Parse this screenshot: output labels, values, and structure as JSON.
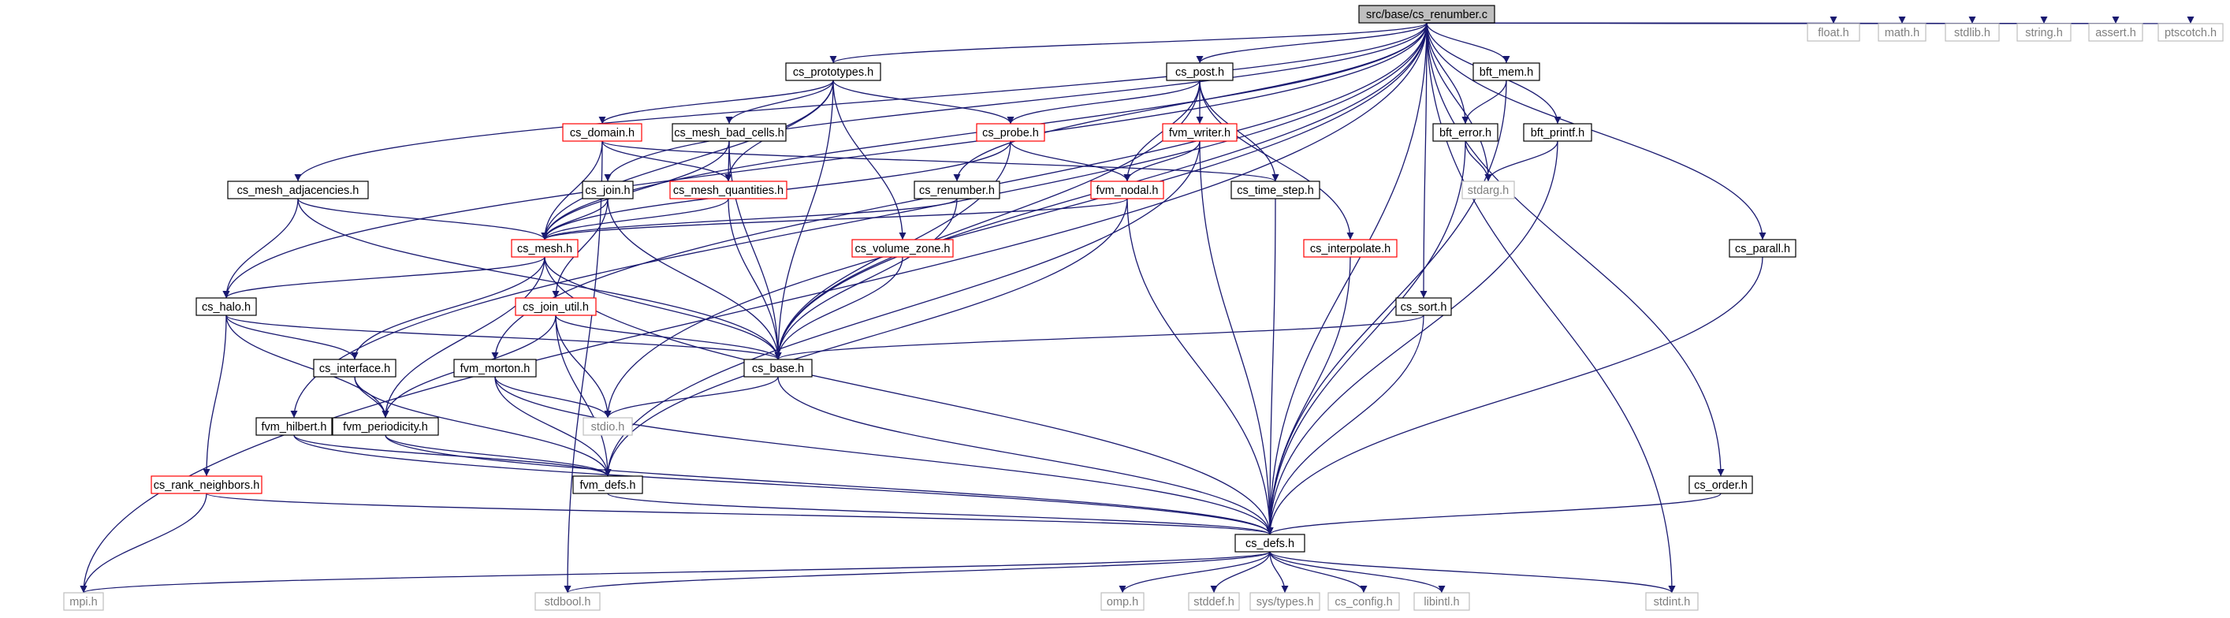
{
  "diagram": {
    "root": "src/base/cs_renumber.c",
    "nodes": {
      "root": {
        "label": "src/base/cs_renumber.c",
        "style": "root"
      },
      "mpi": {
        "label": "mpi.h",
        "style": "gray"
      },
      "cs_halo": {
        "label": "cs_halo.h",
        "style": "normal"
      },
      "cs_mesh_adjacencies": {
        "label": "cs_mesh_adjacencies.h",
        "style": "normal"
      },
      "cs_prototypes": {
        "label": "cs_prototypes.h",
        "style": "normal"
      },
      "cs_domain": {
        "label": "cs_domain.h",
        "style": "red"
      },
      "cs_mesh_bad_cells": {
        "label": "cs_mesh_bad_cells.h",
        "style": "normal"
      },
      "cs_join": {
        "label": "cs_join.h",
        "style": "normal"
      },
      "cs_mesh_quantities": {
        "label": "cs_mesh_quantities.h",
        "style": "red"
      },
      "cs_probe": {
        "label": "cs_probe.h",
        "style": "red"
      },
      "cs_renumber_h": {
        "label": "cs_renumber.h",
        "style": "normal"
      },
      "cs_mesh": {
        "label": "cs_mesh.h",
        "style": "red"
      },
      "cs_volume_zone": {
        "label": "cs_volume_zone.h",
        "style": "red"
      },
      "cs_join_util": {
        "label": "cs_join_util.h",
        "style": "red"
      },
      "cs_interface": {
        "label": "cs_interface.h",
        "style": "normal"
      },
      "fvm_morton": {
        "label": "fvm_morton.h",
        "style": "normal"
      },
      "cs_base": {
        "label": "cs_base.h",
        "style": "normal"
      },
      "stdio": {
        "label": "stdio.h",
        "style": "gray"
      },
      "fvm_hilbert": {
        "label": "fvm_hilbert.h",
        "style": "normal"
      },
      "fvm_periodicity": {
        "label": "fvm_periodicity.h",
        "style": "normal"
      },
      "cs_rank_neighbors": {
        "label": "cs_rank_neighbors.h",
        "style": "red"
      },
      "fvm_defs": {
        "label": "fvm_defs.h",
        "style": "normal"
      },
      "cs_post": {
        "label": "cs_post.h",
        "style": "normal"
      },
      "fvm_writer": {
        "label": "fvm_writer.h",
        "style": "red"
      },
      "fvm_nodal": {
        "label": "fvm_nodal.h",
        "style": "red"
      },
      "cs_time_step": {
        "label": "cs_time_step.h",
        "style": "normal"
      },
      "cs_interpolate": {
        "label": "cs_interpolate.h",
        "style": "red"
      },
      "bft_mem": {
        "label": "bft_mem.h",
        "style": "normal"
      },
      "bft_error": {
        "label": "bft_error.h",
        "style": "normal"
      },
      "bft_printf": {
        "label": "bft_printf.h",
        "style": "normal"
      },
      "stdarg": {
        "label": "stdarg.h",
        "style": "gray"
      },
      "cs_sort": {
        "label": "cs_sort.h",
        "style": "normal"
      },
      "cs_parall": {
        "label": "cs_parall.h",
        "style": "normal"
      },
      "cs_order": {
        "label": "cs_order.h",
        "style": "normal"
      },
      "cs_defs": {
        "label": "cs_defs.h",
        "style": "normal"
      },
      "float": {
        "label": "float.h",
        "style": "gray"
      },
      "math": {
        "label": "math.h",
        "style": "gray"
      },
      "stdlib": {
        "label": "stdlib.h",
        "style": "gray"
      },
      "string": {
        "label": "string.h",
        "style": "gray"
      },
      "assert": {
        "label": "assert.h",
        "style": "gray"
      },
      "ptscotch": {
        "label": "ptscotch.h",
        "style": "gray"
      },
      "stdbool": {
        "label": "stdbool.h",
        "style": "gray"
      },
      "omp": {
        "label": "omp.h",
        "style": "gray"
      },
      "stddef": {
        "label": "stddef.h",
        "style": "gray"
      },
      "sys_types": {
        "label": "sys/types.h",
        "style": "gray"
      },
      "cs_config": {
        "label": "cs_config.h",
        "style": "gray"
      },
      "libintl": {
        "label": "libintl.h",
        "style": "gray"
      },
      "stdint": {
        "label": "stdint.h",
        "style": "gray"
      }
    },
    "edges": [
      [
        "root",
        "mpi"
      ],
      [
        "root",
        "cs_halo"
      ],
      [
        "root",
        "cs_mesh_adjacencies"
      ],
      [
        "root",
        "cs_prototypes"
      ],
      [
        "root",
        "cs_mesh"
      ],
      [
        "root",
        "cs_join"
      ],
      [
        "root",
        "cs_renumber_h"
      ],
      [
        "root",
        "fvm_hilbert"
      ],
      [
        "root",
        "fvm_morton"
      ],
      [
        "root",
        "stdio"
      ],
      [
        "root",
        "cs_post"
      ],
      [
        "root",
        "bft_mem"
      ],
      [
        "root",
        "bft_error"
      ],
      [
        "root",
        "bft_printf"
      ],
      [
        "root",
        "stdarg"
      ],
      [
        "root",
        "cs_sort"
      ],
      [
        "root",
        "cs_parall"
      ],
      [
        "root",
        "cs_order"
      ],
      [
        "root",
        "cs_defs"
      ],
      [
        "root",
        "float"
      ],
      [
        "root",
        "math"
      ],
      [
        "root",
        "stdlib"
      ],
      [
        "root",
        "string"
      ],
      [
        "root",
        "assert"
      ],
      [
        "root",
        "ptscotch"
      ],
      [
        "root",
        "stdint"
      ],
      [
        "root",
        "cs_base"
      ],
      [
        "cs_prototypes",
        "cs_domain"
      ],
      [
        "cs_prototypes",
        "cs_mesh_bad_cells"
      ],
      [
        "cs_prototypes",
        "cs_mesh_quantities"
      ],
      [
        "cs_prototypes",
        "cs_probe"
      ],
      [
        "cs_prototypes",
        "cs_mesh"
      ],
      [
        "cs_prototypes",
        "cs_volume_zone"
      ],
      [
        "cs_prototypes",
        "cs_base"
      ],
      [
        "cs_domain",
        "cs_mesh"
      ],
      [
        "cs_domain",
        "cs_mesh_quantities"
      ],
      [
        "cs_domain",
        "cs_time_step"
      ],
      [
        "cs_domain",
        "stdbool"
      ],
      [
        "cs_mesh_bad_cells",
        "cs_mesh"
      ],
      [
        "cs_mesh_bad_cells",
        "cs_mesh_quantities"
      ],
      [
        "cs_mesh_bad_cells",
        "cs_base"
      ],
      [
        "cs_mesh_adjacencies",
        "cs_halo"
      ],
      [
        "cs_mesh_adjacencies",
        "cs_mesh"
      ],
      [
        "cs_mesh_adjacencies",
        "cs_base"
      ],
      [
        "cs_join",
        "cs_mesh"
      ],
      [
        "cs_join",
        "cs_join_util"
      ],
      [
        "cs_join",
        "cs_base"
      ],
      [
        "cs_mesh_quantities",
        "cs_mesh"
      ],
      [
        "cs_mesh_quantities",
        "cs_base"
      ],
      [
        "cs_probe",
        "cs_mesh"
      ],
      [
        "cs_probe",
        "fvm_nodal"
      ],
      [
        "cs_probe",
        "cs_base"
      ],
      [
        "cs_renumber_h",
        "cs_mesh"
      ],
      [
        "cs_renumber_h",
        "cs_base"
      ],
      [
        "cs_mesh",
        "cs_halo"
      ],
      [
        "cs_mesh",
        "cs_interface"
      ],
      [
        "cs_mesh",
        "fvm_periodicity"
      ],
      [
        "cs_mesh",
        "cs_base"
      ],
      [
        "cs_mesh",
        "cs_defs"
      ],
      [
        "cs_volume_zone",
        "cs_base"
      ],
      [
        "cs_join_util",
        "fvm_periodicity"
      ],
      [
        "cs_join_util",
        "cs_base"
      ],
      [
        "cs_join_util",
        "stdio"
      ],
      [
        "cs_join_util",
        "fvm_defs"
      ],
      [
        "cs_halo",
        "cs_interface"
      ],
      [
        "cs_halo",
        "fvm_periodicity"
      ],
      [
        "cs_halo",
        "cs_base"
      ],
      [
        "cs_halo",
        "cs_rank_neighbors"
      ],
      [
        "cs_interface",
        "fvm_periodicity"
      ],
      [
        "cs_interface",
        "fvm_defs"
      ],
      [
        "fvm_morton",
        "stdio"
      ],
      [
        "fvm_morton",
        "fvm_defs"
      ],
      [
        "fvm_morton",
        "cs_defs"
      ],
      [
        "cs_base",
        "stdio"
      ],
      [
        "cs_base",
        "cs_defs"
      ],
      [
        "fvm_hilbert",
        "fvm_defs"
      ],
      [
        "fvm_hilbert",
        "cs_defs"
      ],
      [
        "fvm_periodicity",
        "fvm_defs"
      ],
      [
        "fvm_periodicity",
        "cs_defs"
      ],
      [
        "cs_rank_neighbors",
        "cs_defs"
      ],
      [
        "cs_rank_neighbors",
        "mpi"
      ],
      [
        "fvm_defs",
        "cs_defs"
      ],
      [
        "cs_post",
        "cs_probe"
      ],
      [
        "cs_post",
        "fvm_writer"
      ],
      [
        "cs_post",
        "fvm_nodal"
      ],
      [
        "cs_post",
        "cs_time_step"
      ],
      [
        "cs_post",
        "cs_interpolate"
      ],
      [
        "cs_post",
        "cs_base"
      ],
      [
        "fvm_writer",
        "fvm_nodal"
      ],
      [
        "fvm_writer",
        "fvm_defs"
      ],
      [
        "fvm_writer",
        "cs_defs"
      ],
      [
        "fvm_nodal",
        "cs_mesh"
      ],
      [
        "fvm_nodal",
        "fvm_defs"
      ],
      [
        "fvm_nodal",
        "cs_defs"
      ],
      [
        "cs_time_step",
        "cs_defs"
      ],
      [
        "cs_interpolate",
        "cs_defs"
      ],
      [
        "bft_mem",
        "bft_error"
      ],
      [
        "bft_mem",
        "cs_defs"
      ],
      [
        "bft_error",
        "stdarg"
      ],
      [
        "bft_error",
        "cs_defs"
      ],
      [
        "bft_printf",
        "stdarg"
      ],
      [
        "bft_printf",
        "cs_defs"
      ],
      [
        "cs_sort",
        "cs_base"
      ],
      [
        "cs_sort",
        "cs_defs"
      ],
      [
        "cs_parall",
        "cs_defs"
      ],
      [
        "cs_order",
        "cs_defs"
      ],
      [
        "cs_defs",
        "mpi"
      ],
      [
        "cs_defs",
        "stdbool"
      ],
      [
        "cs_defs",
        "omp"
      ],
      [
        "cs_defs",
        "stddef"
      ],
      [
        "cs_defs",
        "sys_types"
      ],
      [
        "cs_defs",
        "cs_config"
      ],
      [
        "cs_defs",
        "libintl"
      ],
      [
        "cs_defs",
        "stdint"
      ]
    ]
  },
  "colors": {
    "edge": "#191970",
    "red_edge": "#b22222",
    "root_fill": "#bfbfbf",
    "normal_border": "#000000",
    "red_border": "#ff0000",
    "gray_border": "#bfbfbf",
    "gray_text": "#7f7f7f",
    "text": "#000000"
  }
}
